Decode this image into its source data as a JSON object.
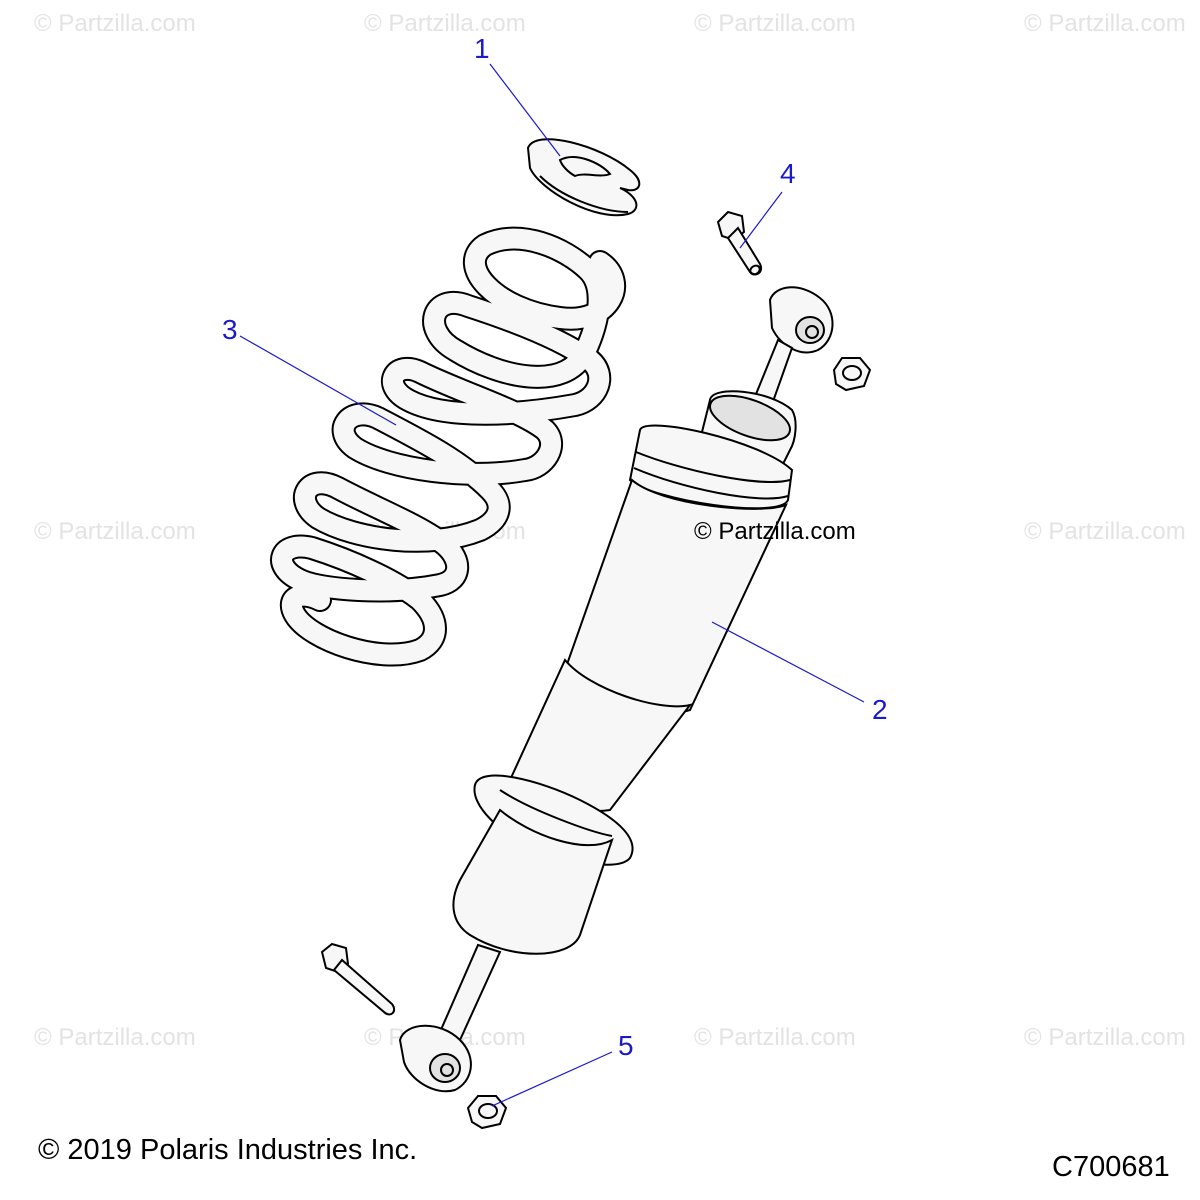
{
  "watermark": "© Partzilla.com",
  "center_watermark": "© Partzilla.com",
  "copyright": "© 2019 Polaris Industries Inc.",
  "diagram_code": "C700681",
  "callouts": [
    {
      "id": "1"
    },
    {
      "id": "2"
    },
    {
      "id": "3"
    },
    {
      "id": "4"
    },
    {
      "id": "5"
    }
  ],
  "colors": {
    "callout": "#1a1acc",
    "watermark": "#e3e3e3",
    "part_fill": "#f7f7f7"
  }
}
